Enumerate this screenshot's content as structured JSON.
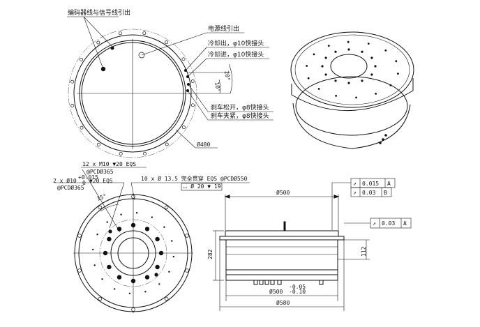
{
  "top_view": {
    "encoder_label": "编码器线与信号线引出",
    "power_label": "电源线引出",
    "coolant_out": "冷却出，φ10快接头",
    "coolant_in": "冷却进，φ10快接头",
    "brake_release": "刹车松开，φ8快接头",
    "brake_clamp": "刹车夹紧，φ8快接头",
    "angle_20": "20°",
    "angle_10": "10°",
    "dia_480": "Ø480"
  },
  "bottom_view": {
    "note_m10": "12 x M10 ▼20 EQS",
    "note_pcd365_a": "@PCDØ365",
    "note_pin": "2 x Ø10",
    "tol_plus": "+0.015",
    "tol_zero": "0",
    "note_pin_depth": "▼20 EQS",
    "note_pcd365_b": "@PCDØ365",
    "angle_15": "15°",
    "note_thru": "10 x Ø 13.5 完全贯穿 EQS @PCDØ550",
    "note_cbore": "⌴ Ø 20 ▼ 19"
  },
  "side_view": {
    "dia_500_top": "Ø500",
    "height_282": "282",
    "height_112": "112",
    "dia_500_bottom": "Ø500",
    "tol_upper": "-0.05",
    "tol_lower": "-0.10",
    "dia_580": "Ø580",
    "fcf1_tol": "0.015",
    "fcf1_datum": "A",
    "fcf2_tol": "0.03",
    "fcf2_datum": "B",
    "fcf3_tol": "0.03",
    "fcf3_datum": "A"
  }
}
